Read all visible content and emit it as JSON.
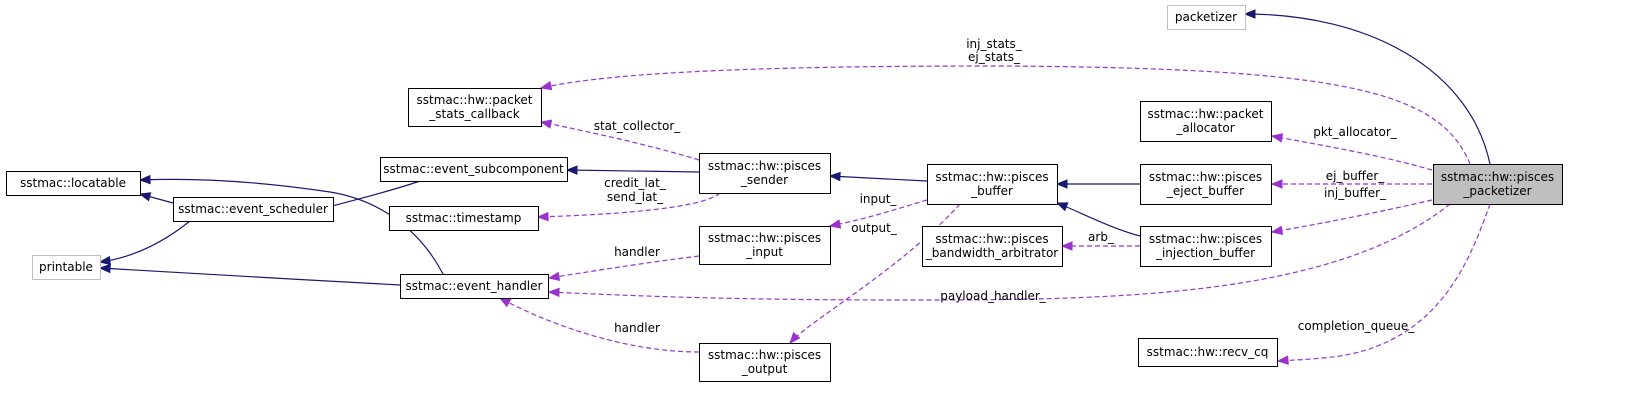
{
  "diagram": {
    "nodes": {
      "packetizer": {
        "lines": [
          "packetizer"
        ],
        "style": "external"
      },
      "packet_stats_callback": {
        "lines": [
          "sstmac::hw::packet",
          "_stats_callback"
        ],
        "style": "normal"
      },
      "packet_allocator": {
        "lines": [
          "sstmac::hw::packet",
          "_allocator"
        ],
        "style": "normal"
      },
      "event_subcomponent": {
        "lines": [
          "sstmac::event_subcomponent"
        ],
        "style": "normal"
      },
      "pisces_sender": {
        "lines": [
          "sstmac::hw::pisces",
          "_sender"
        ],
        "style": "normal"
      },
      "pisces_buffer": {
        "lines": [
          "sstmac::hw::pisces",
          "_buffer"
        ],
        "style": "normal"
      },
      "pisces_eject_buffer": {
        "lines": [
          "sstmac::hw::pisces",
          "_eject_buffer"
        ],
        "style": "normal"
      },
      "pisces_packetizer": {
        "lines": [
          "sstmac::hw::pisces",
          "_packetizer"
        ],
        "style": "focus"
      },
      "locatable": {
        "lines": [
          "sstmac::locatable"
        ],
        "style": "normal"
      },
      "event_scheduler": {
        "lines": [
          "sstmac::event_scheduler"
        ],
        "style": "normal"
      },
      "timestamp": {
        "lines": [
          "sstmac::timestamp"
        ],
        "style": "normal"
      },
      "pisces_input": {
        "lines": [
          "sstmac::hw::pisces",
          "_input"
        ],
        "style": "normal"
      },
      "pisces_bandwidth_arbitrator": {
        "lines": [
          "sstmac::hw::pisces",
          "_bandwidth_arbitrator"
        ],
        "style": "normal"
      },
      "pisces_injection_buffer": {
        "lines": [
          "sstmac::hw::pisces",
          "_injection_buffer"
        ],
        "style": "normal"
      },
      "printable": {
        "lines": [
          "printable"
        ],
        "style": "external"
      },
      "event_handler": {
        "lines": [
          "sstmac::event_handler"
        ],
        "style": "normal"
      },
      "recv_cq": {
        "lines": [
          "sstmac::hw::recv_cq"
        ],
        "style": "normal"
      },
      "pisces_output": {
        "lines": [
          "sstmac::hw::pisces",
          "_output"
        ],
        "style": "normal"
      }
    },
    "edges": [
      {
        "id": "e-packetizer",
        "from": "pisces_packetizer",
        "to": "packetizer",
        "kind": "inheritance",
        "labels": []
      },
      {
        "id": "e-stats",
        "from": "pisces_packetizer",
        "to": "packet_stats_callback",
        "kind": "usage",
        "labels": [
          "inj_stats_",
          "ej_stats_"
        ]
      },
      {
        "id": "e-pktalloc",
        "from": "pisces_packetizer",
        "to": "packet_allocator",
        "kind": "usage",
        "labels": [
          "pkt_allocator_"
        ]
      },
      {
        "id": "e-ejbuf",
        "from": "pisces_packetizer",
        "to": "pisces_eject_buffer",
        "kind": "usage",
        "labels": [
          "ej_buffer_"
        ]
      },
      {
        "id": "e-injbuf",
        "from": "pisces_packetizer",
        "to": "pisces_injection_buffer",
        "kind": "usage",
        "labels": [
          "inj_buffer_"
        ]
      },
      {
        "id": "e-payload",
        "from": "pisces_packetizer",
        "to": "event_handler",
        "kind": "usage",
        "labels": [
          "payload_handler_"
        ]
      },
      {
        "id": "e-cq",
        "from": "pisces_packetizer",
        "to": "recv_cq",
        "kind": "usage",
        "labels": [
          "completion_queue_"
        ]
      },
      {
        "id": "e-eject-buffer",
        "from": "pisces_eject_buffer",
        "to": "pisces_buffer",
        "kind": "inheritance",
        "labels": []
      },
      {
        "id": "e-inj-buffer",
        "from": "pisces_injection_buffer",
        "to": "pisces_buffer",
        "kind": "inheritance",
        "labels": []
      },
      {
        "id": "e-arb",
        "from": "pisces_injection_buffer",
        "to": "pisces_bandwidth_arbitrator",
        "kind": "usage",
        "labels": [
          "arb_"
        ]
      },
      {
        "id": "e-buffer-sender",
        "from": "pisces_buffer",
        "to": "pisces_sender",
        "kind": "inheritance",
        "labels": []
      },
      {
        "id": "e-input",
        "from": "pisces_buffer",
        "to": "pisces_input",
        "kind": "usage",
        "labels": [
          "input_"
        ]
      },
      {
        "id": "e-output",
        "from": "pisces_buffer",
        "to": "pisces_output",
        "kind": "usage",
        "labels": [
          "output_"
        ]
      },
      {
        "id": "e-sender-sub",
        "from": "pisces_sender",
        "to": "event_subcomponent",
        "kind": "inheritance",
        "labels": []
      },
      {
        "id": "e-statcoll",
        "from": "pisces_sender",
        "to": "packet_stats_callback",
        "kind": "usage",
        "labels": [
          "stat_collector_"
        ]
      },
      {
        "id": "e-lat",
        "from": "pisces_sender",
        "to": "timestamp",
        "kind": "usage",
        "labels": [
          "credit_lat_",
          "send_lat_"
        ]
      },
      {
        "id": "e-input-handler",
        "from": "pisces_input",
        "to": "event_handler",
        "kind": "usage",
        "labels": [
          "handler"
        ]
      },
      {
        "id": "e-output-handler",
        "from": "pisces_output",
        "to": "event_handler",
        "kind": "usage",
        "labels": [
          "handler"
        ]
      },
      {
        "id": "e-sub-sched",
        "from": "event_subcomponent",
        "to": "event_scheduler",
        "kind": "inheritance",
        "labels": []
      },
      {
        "id": "e-sched-loc",
        "from": "event_scheduler",
        "to": "locatable",
        "kind": "inheritance",
        "labels": []
      },
      {
        "id": "e-sched-print",
        "from": "event_scheduler",
        "to": "printable",
        "kind": "inheritance",
        "labels": []
      },
      {
        "id": "e-handler-loc",
        "from": "event_handler",
        "to": "locatable",
        "kind": "inheritance",
        "labels": []
      },
      {
        "id": "e-handler-print",
        "from": "event_handler",
        "to": "printable",
        "kind": "inheritance",
        "labels": []
      }
    ]
  }
}
